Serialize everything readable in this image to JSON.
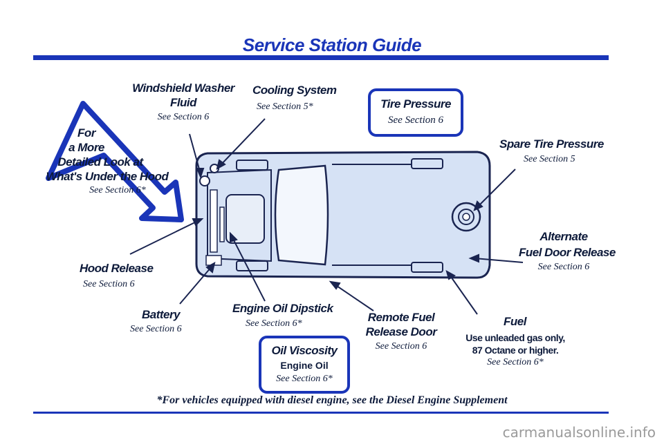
{
  "title": "Service Station Guide",
  "arrow_box": {
    "lines": [
      "For",
      "a More",
      "Detailed Look at",
      "What's Under the Hood"
    ],
    "section": "See Section 6*"
  },
  "callouts": {
    "washer": {
      "lines": [
        "Windshield Washer",
        "Fluid"
      ],
      "section": "See Section 6"
    },
    "cooling": {
      "label": "Cooling System",
      "section": "See Section 5*"
    },
    "tire_pressure": {
      "label": "Tire Pressure",
      "section": "See Section 6"
    },
    "spare_tire": {
      "label": "Spare Tire Pressure",
      "section": "See Section 5"
    },
    "alt_fuel_door": {
      "lines": [
        "Alternate",
        "Fuel Door Release"
      ],
      "section": "See Section 6"
    },
    "hood_release": {
      "label": "Hood Release",
      "section": "See Section 6"
    },
    "battery": {
      "label": "Battery",
      "section": "See Section 6"
    },
    "dipstick": {
      "label": "Engine Oil Dipstick",
      "section": "See Section 6*"
    },
    "remote_fuel": {
      "lines": [
        "Remote Fuel",
        "Release Door"
      ],
      "section": "See Section 6"
    },
    "fuel": {
      "label": "Fuel",
      "lines": [
        "Use unleaded gas only,",
        "87 Octane or higher."
      ],
      "section": "See Section 6*"
    },
    "oil_viscosity": {
      "label": "Oil Viscosity",
      "sub": "Engine Oil",
      "section": "See Section 6*"
    }
  },
  "footnote": "*For vehicles equipped with diesel engine, see the Diesel Engine Supplement",
  "watermark": "carmanualsonline.info",
  "colors": {
    "accent": "#1a35b8",
    "vehicle_fill": "#d6e2f5",
    "text": "#0d1a3a"
  }
}
